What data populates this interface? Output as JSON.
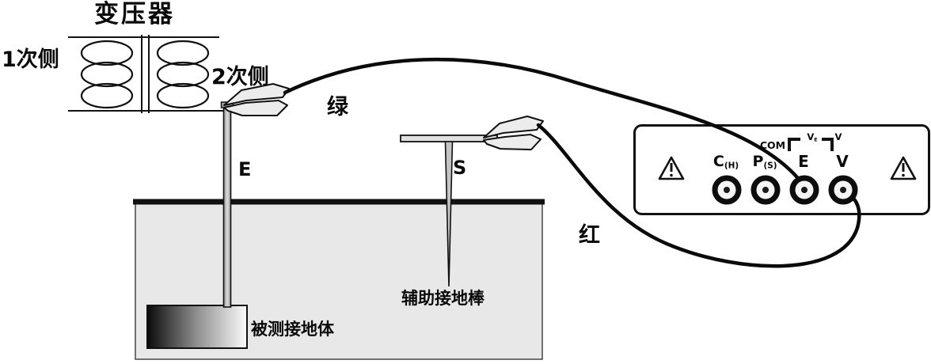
{
  "transformer": {
    "title": "变压器",
    "primary_label": "1次侧",
    "secondary_label": "2次侧"
  },
  "ground": {
    "electrode_label": "E",
    "body_label": "被测接地体",
    "spike_label": "S",
    "aux_rod_label": "辅助接地棒"
  },
  "wires": {
    "green_label": "绿",
    "red_label": "红"
  },
  "instrument": {
    "top_row": {
      "com": "COM",
      "ve_main": "V",
      "ve_sub": "E",
      "v": "V"
    },
    "terminals": [
      {
        "main": "C",
        "sub": "(H)"
      },
      {
        "main": "P",
        "sub": "(S)"
      },
      {
        "main": "E",
        "sub": ""
      },
      {
        "main": "V",
        "sub": ""
      }
    ]
  }
}
